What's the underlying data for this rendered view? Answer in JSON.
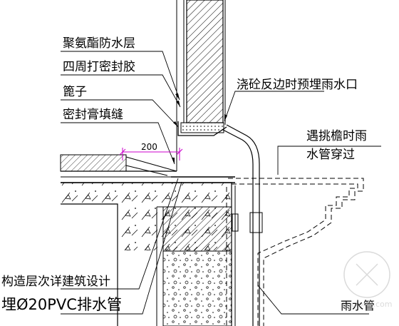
{
  "labels": {
    "waterproof_layer": "聚氨酯防水层",
    "perimeter_sealant": "四周打密封胶",
    "grate": "篦子",
    "sealant_fill": "密封膏填缝",
    "dimension": "200",
    "embed_drain": "浇砼反边时预埋雨水口",
    "cantilever_eave_1": "遇挑檐时雨",
    "cantilever_eave_2": "水管穿过",
    "structural_layers": "构造层次详建筑设计",
    "pvc_pipe": "埋Ø20PVC排水管",
    "downpipe": "雨水管"
  },
  "watermark": "zhulong.com"
}
